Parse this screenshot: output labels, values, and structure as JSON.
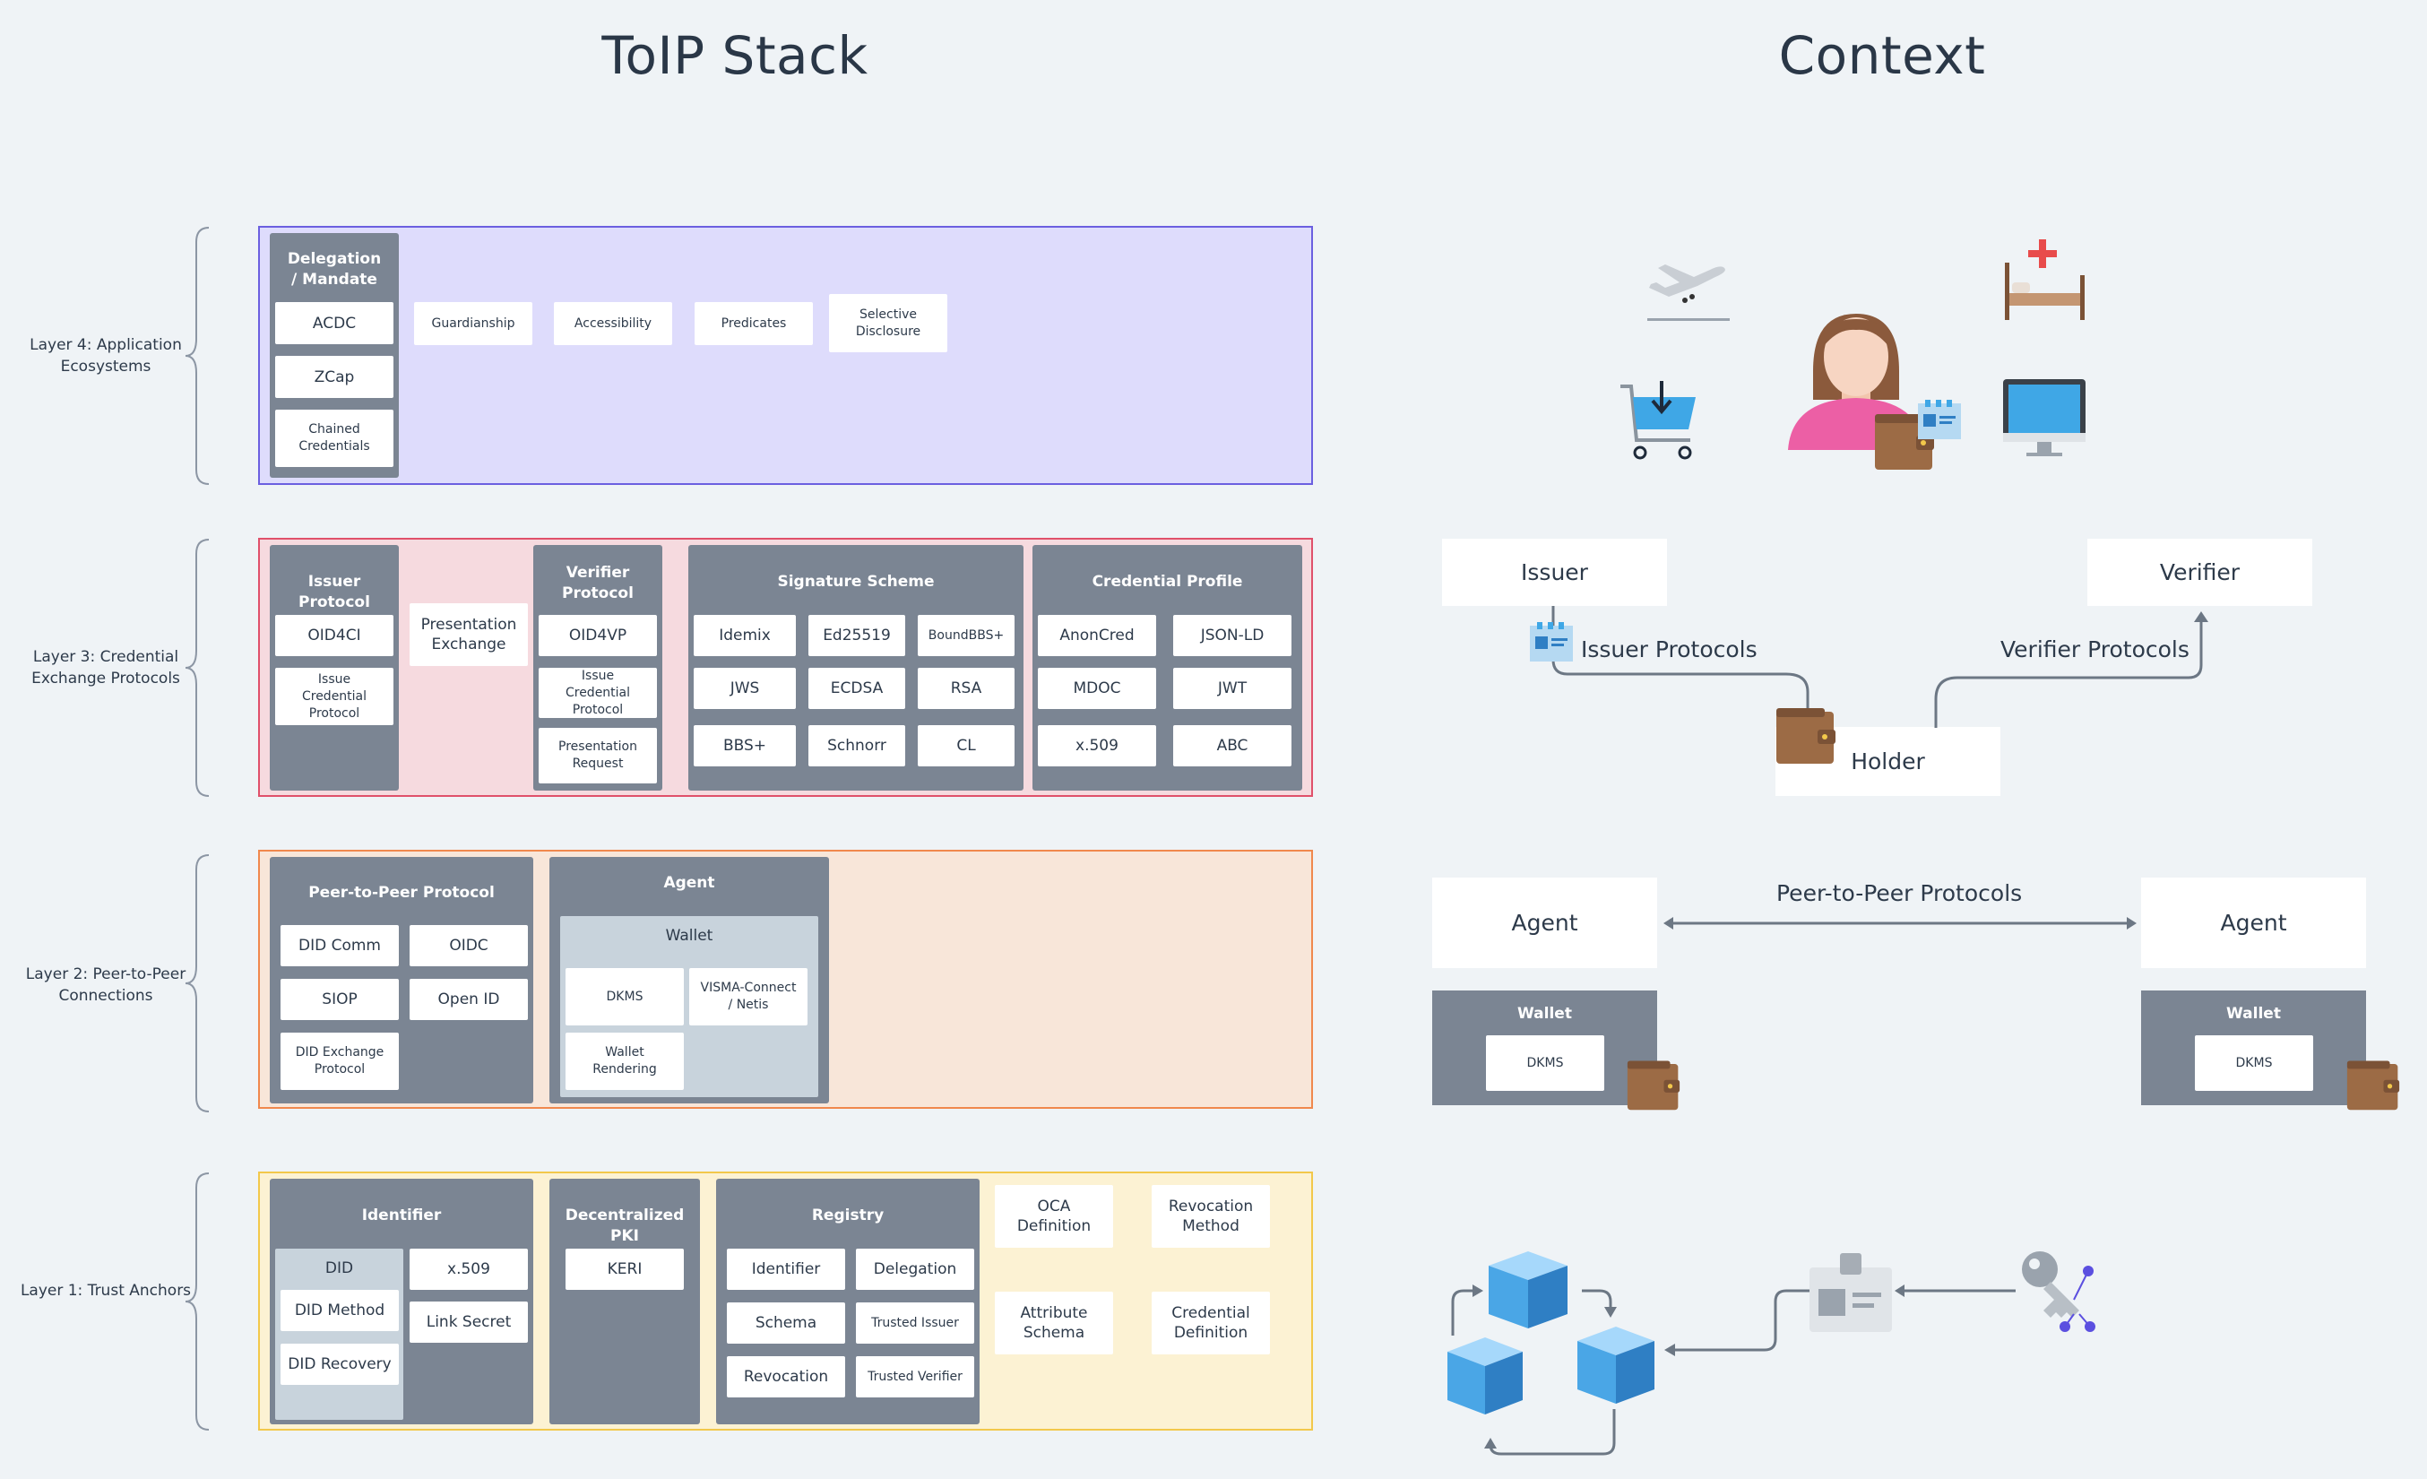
{
  "titles": {
    "stack": "ToIP Stack",
    "context": "Context"
  },
  "colors": {
    "layer4_bg": "#dedcfc",
    "layer4_border": "#6b5fe0",
    "layer3_bg": "#f6dadf",
    "layer3_border": "#e0506a",
    "layer2_bg": "#f8e6d9",
    "layer2_border": "#f0884d",
    "layer1_bg": "#fcf2d3",
    "layer1_border": "#f2c84b",
    "group_bg": "#7b8593",
    "cube": "#4aa6e6",
    "wallet": "#9c6b45"
  },
  "layers": {
    "l4": {
      "label": "Layer 4: Application Ecosystems",
      "delegation": {
        "title": "Delegation / Mandate",
        "items": [
          "ACDC",
          "ZCap",
          "Chained Credentials"
        ]
      },
      "loose": [
        "Guardianship",
        "Accessibility",
        "Predicates",
        "Selective Disclosure"
      ]
    },
    "l3": {
      "label": "Layer 3: Credential Exchange Protocols",
      "issuer": {
        "title": "Issuer Protocol",
        "items": [
          "OID4CI",
          "Issue Credential Protocol"
        ]
      },
      "presentation_exchange": "Presentation Exchange",
      "verifier": {
        "title": "Verifier Protocol",
        "items": [
          "OID4VP",
          "Issue Credential Protocol",
          "Presentation Request"
        ]
      },
      "signature": {
        "title": "Signature Scheme",
        "items": [
          "Idemix",
          "Ed25519",
          "BoundBBS+",
          "JWS",
          "ECDSA",
          "RSA",
          "BBS+",
          "Schnorr",
          "CL"
        ]
      },
      "profile": {
        "title": "Credential Profile",
        "items": [
          "AnonCred",
          "JSON-LD",
          "MDOC",
          "JWT",
          "x.509",
          "ABC"
        ]
      }
    },
    "l2": {
      "label": "Layer 2: Peer-to-Peer Connections",
      "p2p": {
        "title": "Peer-to-Peer Protocol",
        "items": [
          "DID Comm",
          "OIDC",
          "SIOP",
          "Open ID",
          "DID Exchange Protocol"
        ]
      },
      "agent": {
        "title": "Agent",
        "wallet_title": "Wallet",
        "items": [
          "DKMS",
          "VISMA-Connect / Netis",
          "Wallet Rendering"
        ]
      }
    },
    "l1": {
      "label": "Layer 1: Trust Anchors",
      "identifier": {
        "title": "Identifier",
        "did_title": "DID",
        "did_items": [
          "DID Method",
          "DID Recovery"
        ],
        "items": [
          "x.509",
          "Link Secret"
        ]
      },
      "dpki": {
        "title": "Decentralized PKI",
        "items": [
          "KERI"
        ]
      },
      "registry": {
        "title": "Registry",
        "items": [
          "Identifier",
          "Delegation",
          "Schema",
          "Trusted Issuer",
          "Revocation",
          "Trusted Verifier"
        ]
      },
      "loose": [
        "OCA Definition",
        "Revocation Method",
        "Attribute Schema",
        "Credential Definition"
      ]
    }
  },
  "context": {
    "issuer": "Issuer",
    "verifier": "Verifier",
    "holder": "Holder",
    "issuer_protocols": "Issuer Protocols",
    "verifier_protocols": "Verifier Protocols",
    "p2p_protocols": "Peer-to-Peer Protocols",
    "agent_left": "Agent",
    "agent_right": "Agent",
    "wallet_left": "Wallet",
    "wallet_right": "Wallet",
    "dkms_left": "DKMS",
    "dkms_right": "DKMS",
    "icons": [
      "airplane-icon",
      "hospital-bed-icon",
      "shopping-cart-icon",
      "monitor-icon",
      "person-icon",
      "wallet-icon",
      "credential-card-icon",
      "id-badge-icon",
      "key-icon",
      "blockchain-cube-icon"
    ]
  }
}
